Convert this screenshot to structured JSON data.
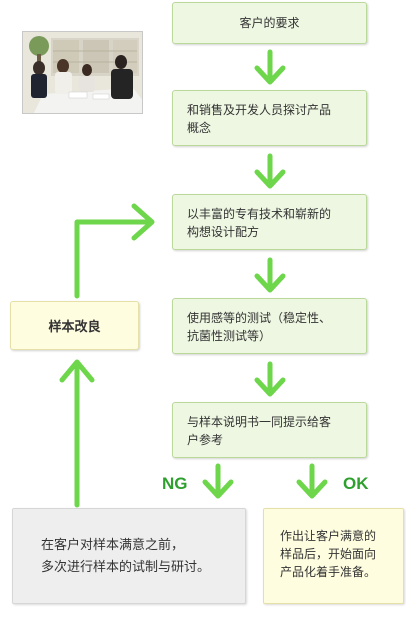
{
  "steps": [
    {
      "lines": [
        "客户的要求"
      ]
    },
    {
      "lines": [
        "和销售及开发人员探讨产品",
        "概念"
      ]
    },
    {
      "lines": [
        "以丰富的专有技术和崭新的",
        "构想设计配方"
      ]
    },
    {
      "lines": [
        "使用感等的测试（稳定性、",
        "抗菌性测试等）"
      ]
    },
    {
      "lines": [
        "与样本说明书一同提示给客",
        "户参考"
      ]
    }
  ],
  "improve_label": "样本改良",
  "ng": {
    "label": "NG",
    "lines": [
      "在客户对样本满意之前，",
      "多次进行样本的试制与研讨。"
    ]
  },
  "ok": {
    "label": "OK",
    "lines": [
      "作出让客户满意的",
      "样品后，开始面向",
      "产品化着手准备。"
    ]
  },
  "colors": {
    "arrow_green": "#6dd64a",
    "label_green": "#2ea02e",
    "step_fill": "#eef7e2",
    "note_fill": "#fffde0",
    "ng_fill": "#eeeeee"
  }
}
